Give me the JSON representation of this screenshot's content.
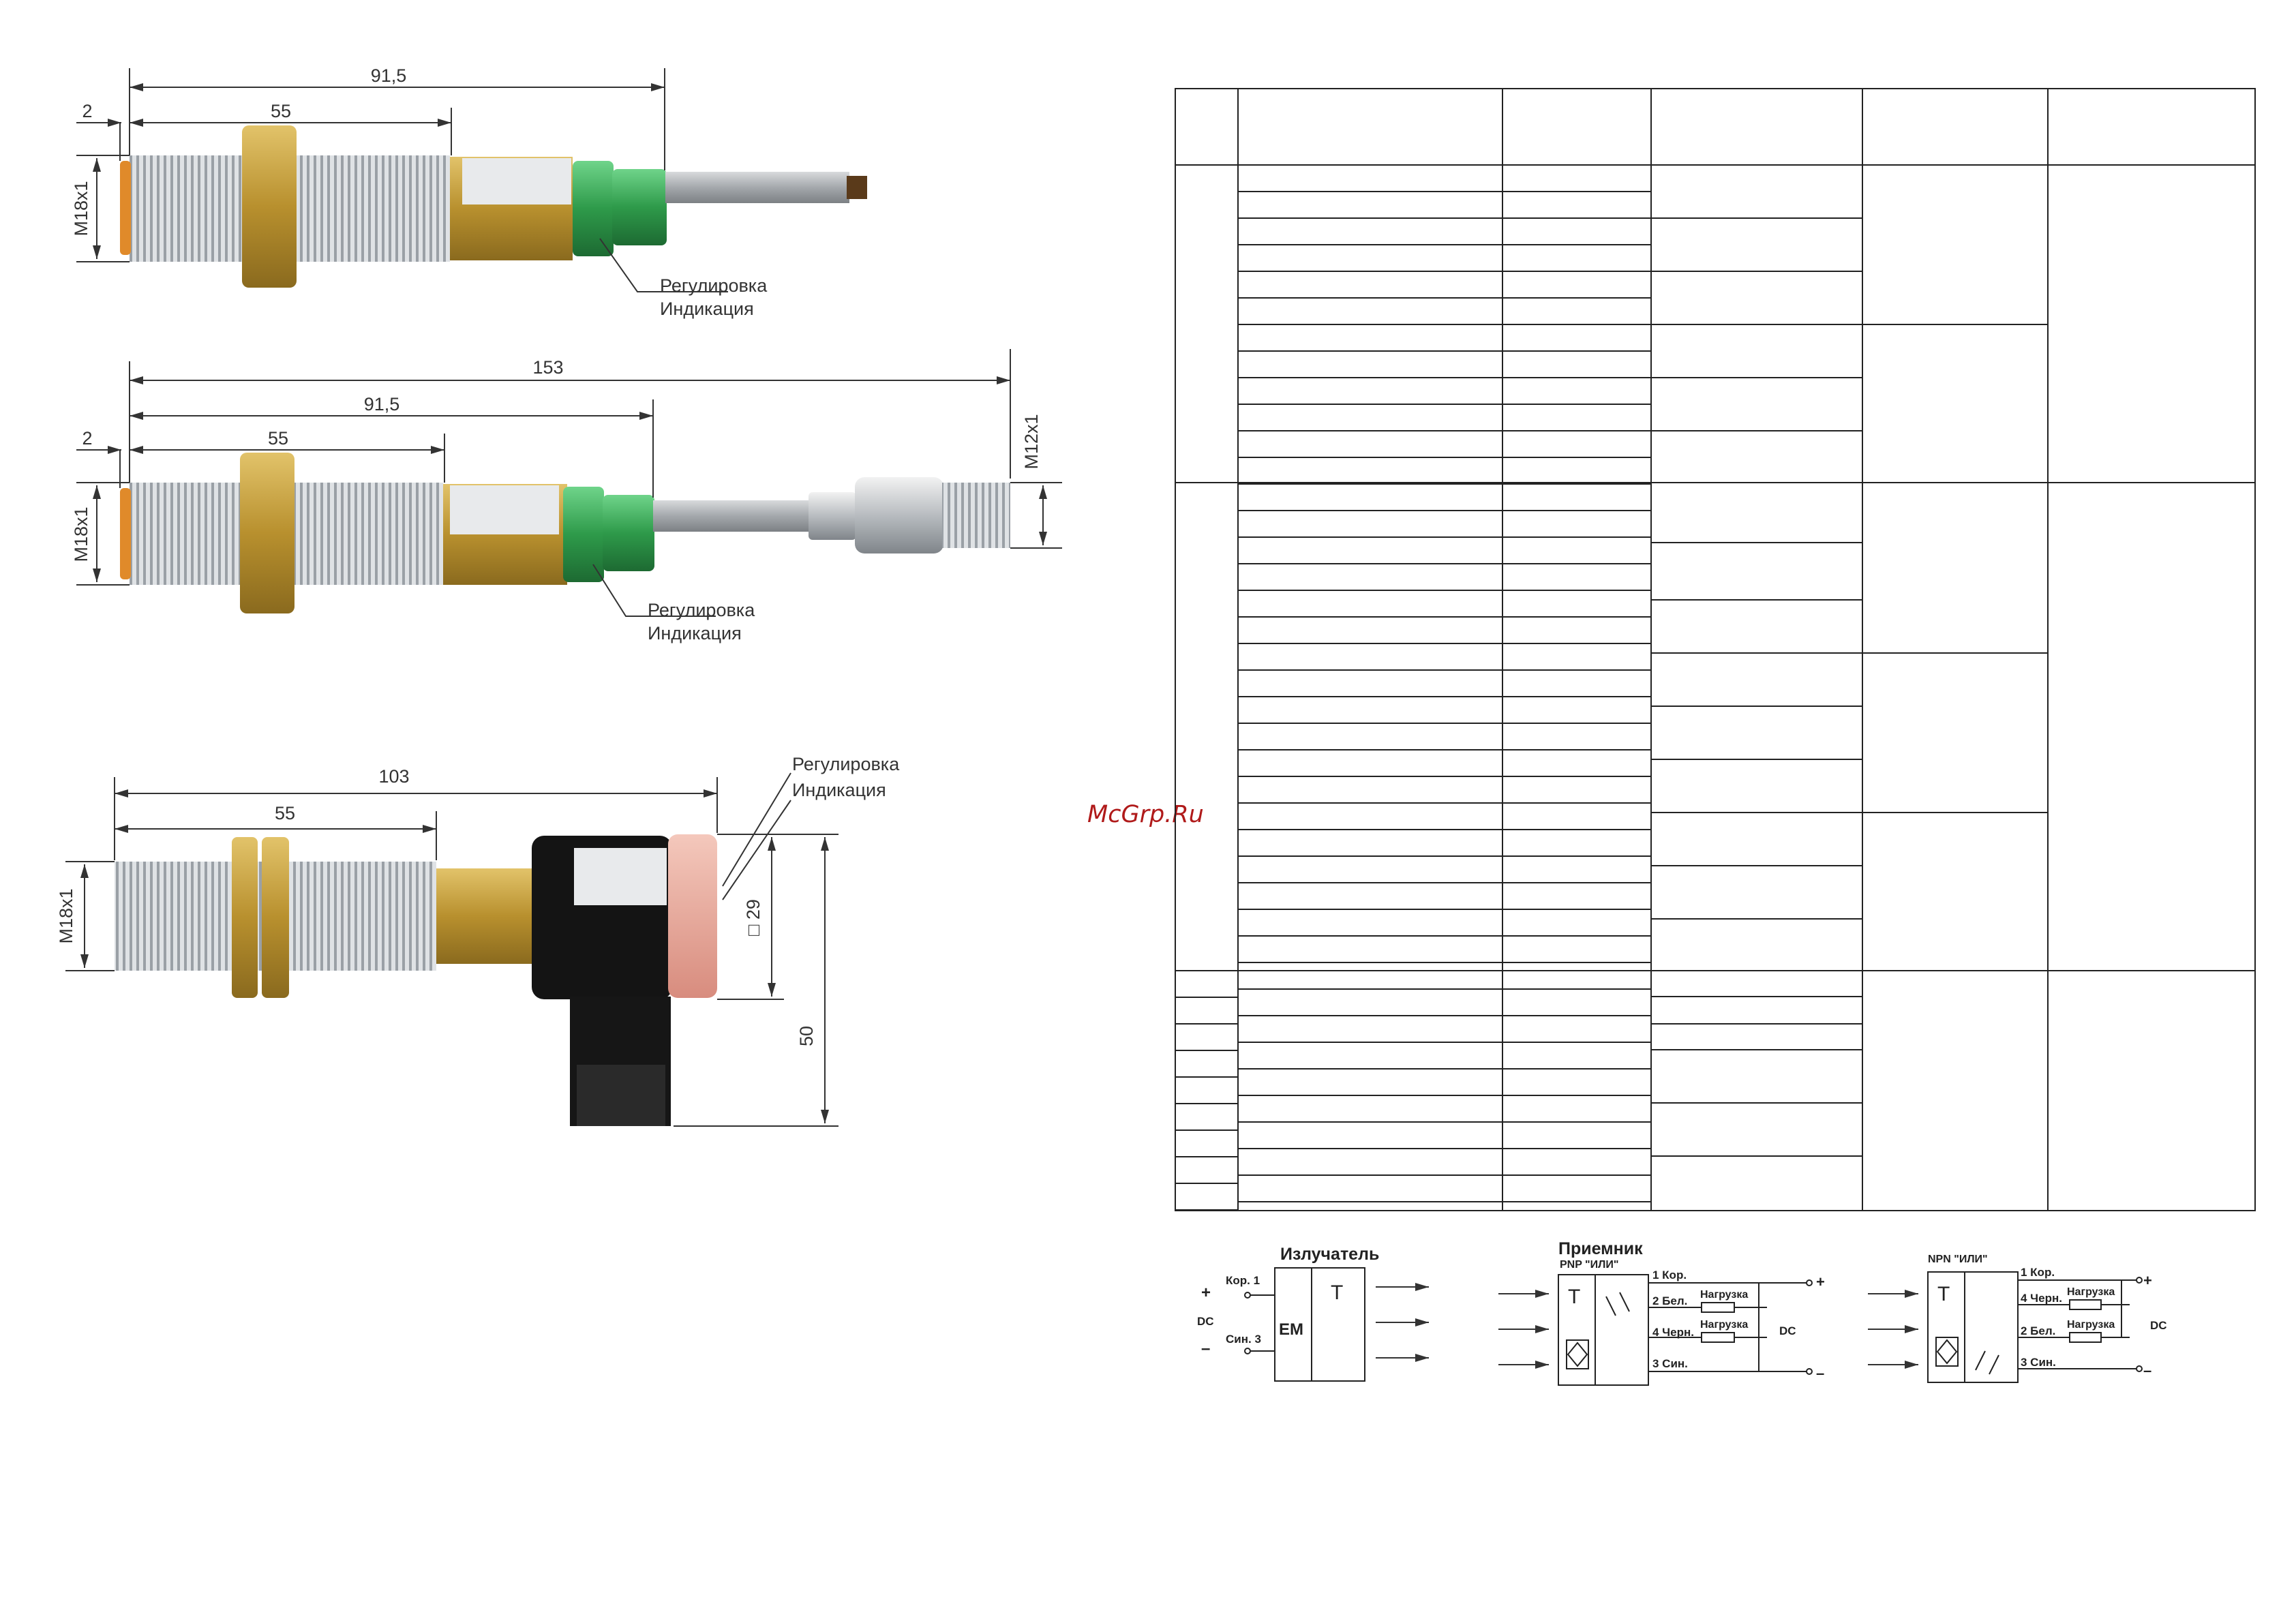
{
  "watermark": "McGrp.Ru",
  "sensor_1": {
    "dims": {
      "total": "91,5",
      "thread": "55",
      "offset": "2",
      "thread_size": "M18x1"
    },
    "labels": {
      "adjust": "Регулировка",
      "indication": "Индикация"
    }
  },
  "sensor_2": {
    "dims": {
      "total": "153",
      "body": "91,5",
      "thread": "55",
      "offset": "2",
      "thread_size": "M18x1",
      "connector_size": "M12x1"
    },
    "labels": {
      "adjust": "Регулировка",
      "indication": "Индикация"
    }
  },
  "sensor_3": {
    "dims": {
      "total": "103",
      "thread": "55",
      "thread_size": "M18x1",
      "head_size": "□ 29",
      "height": "50"
    },
    "labels": {
      "adjust": "Регулировка",
      "indication": "Индикация"
    }
  },
  "schematics": {
    "emitter": {
      "title": "Излучатель",
      "plus": "+",
      "minus": "–",
      "supply": "DC",
      "pin1": "Кор. 1",
      "pin3": "Син. 3",
      "em": "EM",
      "t": "T"
    },
    "receiver_pnp": {
      "title": "Приемник",
      "subtitle": "PNP \"ИЛИ\"",
      "t": "T",
      "pin1": "1 Кор.",
      "pin2": "2 Бел.",
      "pin4": "4 Черн.",
      "pin3": "3 Син.",
      "load1": "Нагрузка",
      "load2": "Нагрузка",
      "plus": "+",
      "minus": "–",
      "supply": "DC"
    },
    "receiver_npn": {
      "subtitle": "NPN \"ИЛИ\"",
      "t": "T",
      "pin1": "1 Кор.",
      "pin4": "4 Черн.",
      "pin2": "2 Бел.",
      "pin3": "3 Син.",
      "load1": "Нагрузка",
      "load2": "Нагрузка",
      "plus": "+",
      "minus": "–",
      "supply": "DC"
    }
  },
  "colors": {
    "brass": "#c9a23e",
    "thread": "#c8ccd0",
    "green": "#2e9a4a",
    "head_pink": "#e8a89c",
    "watermark": "#b01a1a"
  }
}
